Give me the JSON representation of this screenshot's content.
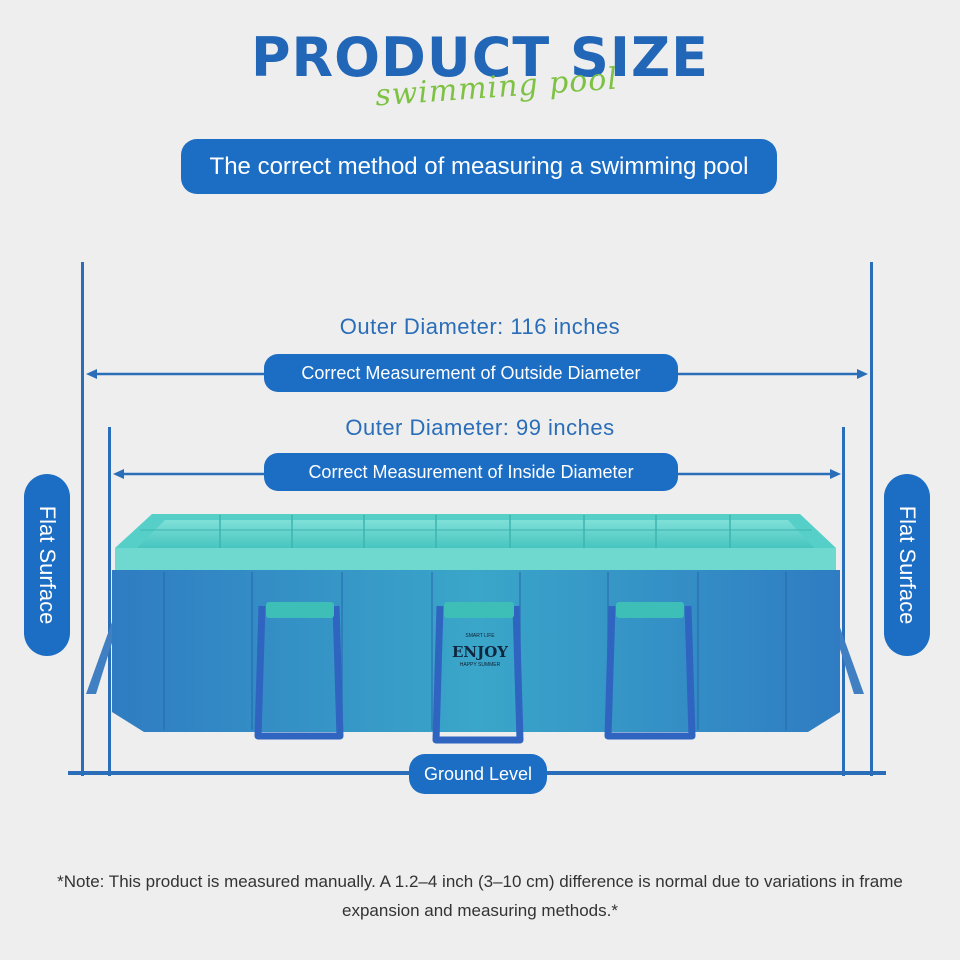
{
  "title": "PRODUCT SIZE",
  "subtitle_script": "swimming pool",
  "method_banner": "The correct method of measuring a swimming pool",
  "outer": {
    "diameter_text": "Outer Diameter: 116 inches",
    "measurement_label": "Correct Measurement of Outside Diameter"
  },
  "inner": {
    "diameter_text": "Outer Diameter: 99 inches",
    "measurement_label": "Correct Measurement of Inside Diameter"
  },
  "side_left": "Flat Surface",
  "side_right": "Flat Surface",
  "ground_label": "Ground Level",
  "pool_logo": {
    "small_top": "SMART LIFE",
    "brand": "ENJOY",
    "small_bottom": "HAPPY SUMMER"
  },
  "note": "*Note: This product is measured manually. A 1.2–4 inch (3–10 cm) difference is normal due to variations in frame expansion and measuring methods.*",
  "colors": {
    "accent_blue": "#1c6dc4",
    "text_blue": "#2266b8",
    "script_green": "#7ec243",
    "pool_teal": "#40c7c2",
    "pool_blue": "#2a7ac0"
  }
}
